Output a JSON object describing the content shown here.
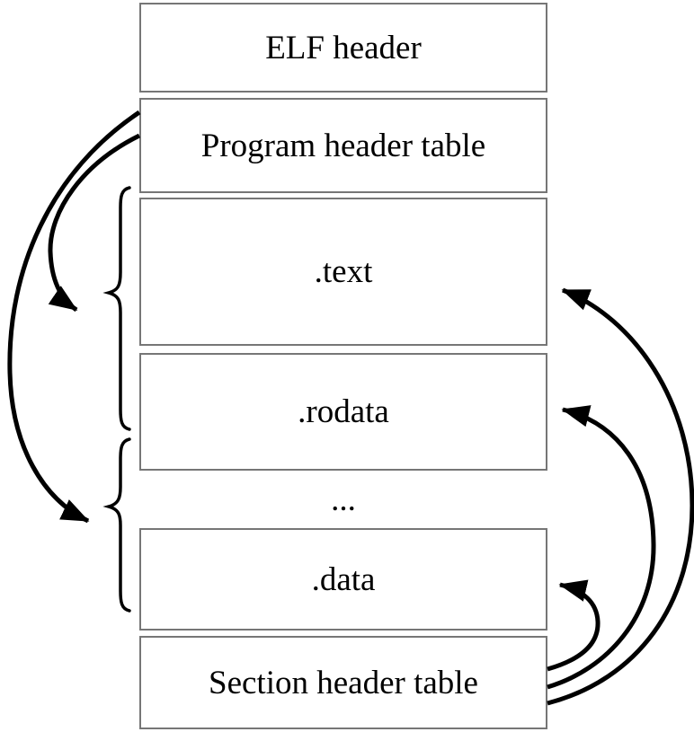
{
  "diagram": {
    "type": "elf-file-layout",
    "boxes": [
      {
        "id": "elf-header",
        "label": "ELF header"
      },
      {
        "id": "program-header-table",
        "label": "Program header table"
      },
      {
        "id": "text-section",
        "label": ".text"
      },
      {
        "id": "rodata-section",
        "label": ".rodata"
      },
      {
        "id": "data-section",
        "label": ".data"
      },
      {
        "id": "section-header-table",
        "label": "Section header table"
      }
    ],
    "ellipsis": "...",
    "connections": {
      "left": [
        {
          "from": "program-header-table",
          "to": "brace-text-rodata"
        },
        {
          "from": "program-header-table",
          "to": "brace-ellipsis-data"
        }
      ],
      "right": [
        {
          "from": "section-header-table",
          "to": "text-section"
        },
        {
          "from": "section-header-table",
          "to": "rodata-section"
        },
        {
          "from": "section-header-table",
          "to": "data-section"
        }
      ]
    },
    "colors": {
      "background": "#ffffff",
      "box_border": "#767676",
      "box_fill": "#ffffff",
      "text": "#000000",
      "arrow": "#000000"
    }
  }
}
